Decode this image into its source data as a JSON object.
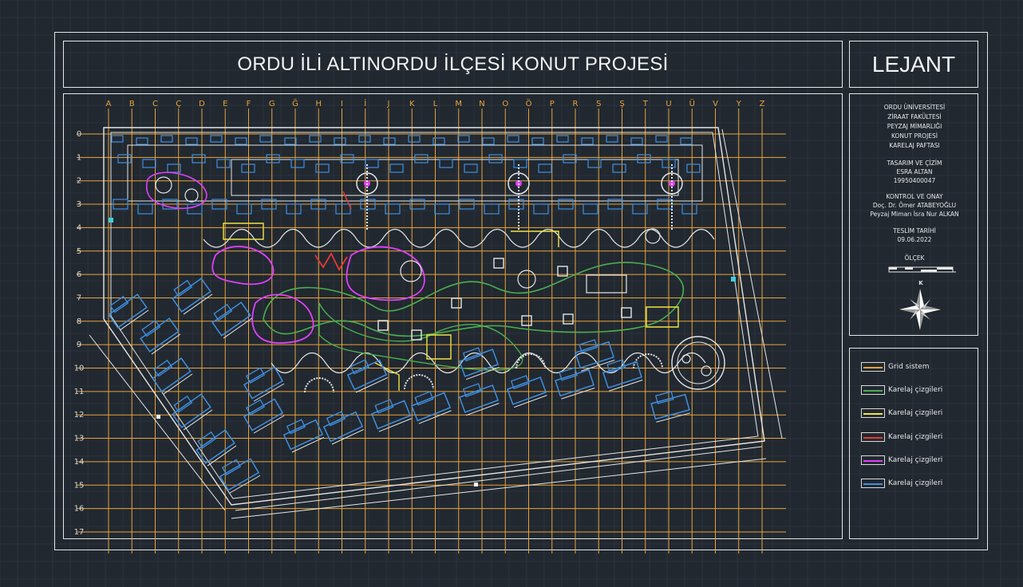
{
  "title": "ORDU İLİ ALTINORDU İLÇESİ KONUT PROJESİ",
  "lejant_title": "LEJANT",
  "info": {
    "institution": [
      "ORDU ÜNİVERSİTESİ",
      "ZİRAAT FAKÜLTESİ",
      "PEYZAJ MİMARLIĞI",
      "KONUT PROJESİ",
      "KARELAJ PAFTASI"
    ],
    "designer_heading": "TASARIM VE ÇİZİM",
    "designer_name": "ESRA ALTAN",
    "designer_id": "19950400047",
    "control_heading": "KONTROL VE ONAY",
    "control_person_1": "Doç. Dr. Ömer ATABEYOĞLU",
    "control_person_2": "Peyzaj Mimarı İsra Nur ALKAN",
    "delivery_heading": "TESLİM TARİHİ",
    "delivery_date": "09.06.2022",
    "scale_heading": "ÖLÇEK",
    "north_label": "K"
  },
  "legend": [
    {
      "label": "Grid sistem",
      "color": "#e8a33a"
    },
    {
      "label": "Karelaj çizgileri",
      "color": "#4caf50"
    },
    {
      "label": "Karelaj çizgileri",
      "color": "#f0e442"
    },
    {
      "label": "Karelaj çizgileri",
      "color": "#e53935"
    },
    {
      "label": "Karelaj çizgileri",
      "color": "#e040fb"
    },
    {
      "label": "Karelaj çizgileri",
      "color": "#3f8fe0"
    }
  ],
  "grid": {
    "columns": [
      "A",
      "B",
      "C",
      "Ç",
      "D",
      "E",
      "F",
      "G",
      "Ğ",
      "H",
      "I",
      "İ",
      "J",
      "K",
      "L",
      "M",
      "N",
      "O",
      "Ö",
      "P",
      "R",
      "S",
      "Ş",
      "T",
      "U",
      "Ü",
      "V",
      "Y",
      "Z"
    ],
    "rows": [
      "0",
      "1",
      "2",
      "3",
      "4",
      "5",
      "6",
      "7",
      "8",
      "9",
      "10",
      "11",
      "12",
      "13",
      "14",
      "15",
      "16",
      "17"
    ],
    "line_color": "#e8a33a"
  },
  "colors": {
    "background": "#212830",
    "frame": "#e6e6e6",
    "green": "#4caf50",
    "yellow": "#f0e442",
    "red": "#e53935",
    "magenta": "#e040fb",
    "blue": "#3f8fe0",
    "white": "#e6e6e6"
  }
}
